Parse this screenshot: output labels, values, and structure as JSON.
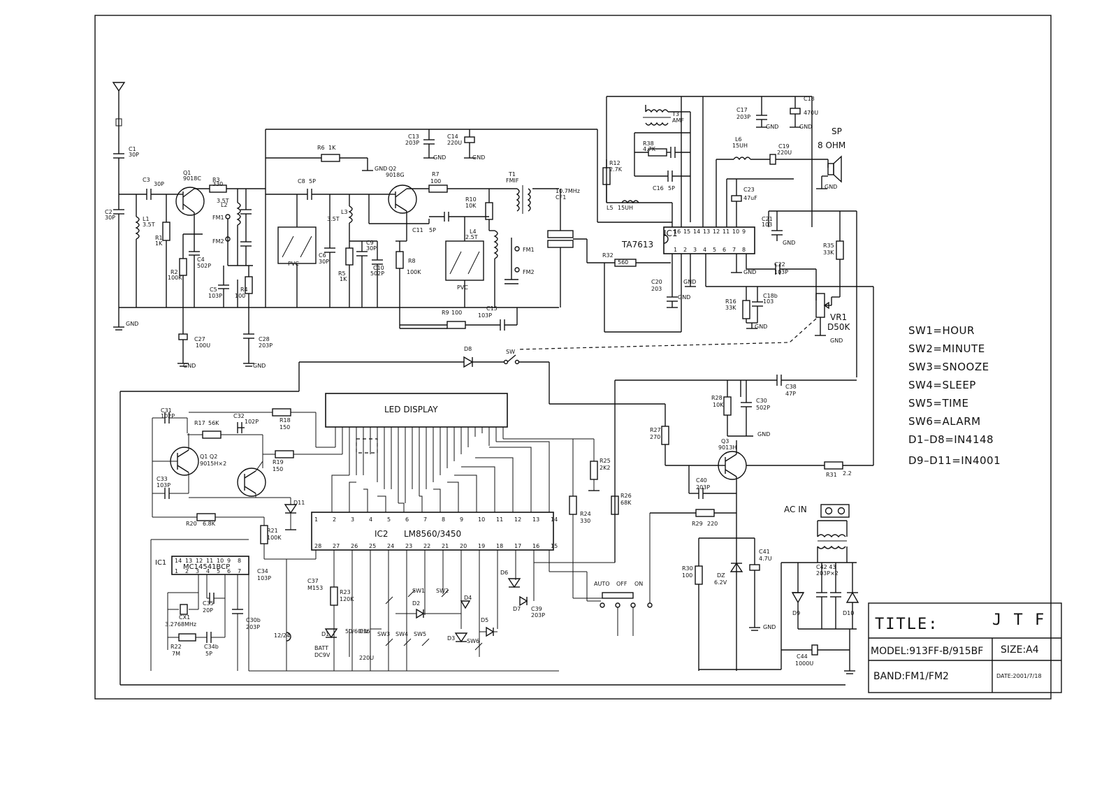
{
  "blocks": {
    "ic_radio": {
      "ref": "IC1",
      "part": "TA7613"
    },
    "ic_clock": {
      "ref": "IC2",
      "part": "LM8560/3450"
    },
    "ic_divider": {
      "ref": "IC1",
      "part": "MC14541BCP"
    },
    "display": "LED DISPLAY",
    "speaker": {
      "ref": "SP",
      "value": "8 OHM"
    },
    "ac_in": "AC IN",
    "vr1": {
      "ref": "VR1",
      "value": "D50K"
    },
    "switch_labels": [
      "AUTO",
      "OFF",
      "ON"
    ],
    "crystal_filter": {
      "ref": "CF1",
      "value": "10.7MHz"
    }
  },
  "components": [
    {
      "ref": "C1",
      "value": "30P"
    },
    {
      "ref": "C2",
      "value": "30P"
    },
    {
      "ref": "C3",
      "value": "30P"
    },
    {
      "ref": "L1",
      "value": "3.5T"
    },
    {
      "ref": "Q1",
      "value": "9018C"
    },
    {
      "ref": "R3",
      "value": "330"
    },
    {
      "ref": "R1",
      "value": "1K"
    },
    {
      "ref": "R2",
      "value": "100K"
    },
    {
      "ref": "C4",
      "value": "502P"
    },
    {
      "ref": "L2",
      "value": "3.5T"
    },
    {
      "ref": "C5",
      "value": "103P"
    },
    {
      "ref": "R4",
      "value": "100"
    },
    {
      "ref": "C27",
      "value": "100U"
    },
    {
      "ref": "C28",
      "value": "203P"
    },
    {
      "ref": "C8",
      "value": "5P"
    },
    {
      "ref": "R6",
      "value": "1K"
    },
    {
      "ref": "C6",
      "value": "30P"
    },
    {
      "ref": "L3",
      "value": "3.5T"
    },
    {
      "ref": "R5",
      "value": "1K"
    },
    {
      "ref": "C9",
      "value": "30P"
    },
    {
      "ref": "C10",
      "value": "502P"
    },
    {
      "ref": "Q2",
      "value": "9018G"
    },
    {
      "ref": "C13",
      "value": "203P"
    },
    {
      "ref": "C14",
      "value": "220U"
    },
    {
      "ref": "R7",
      "value": "100"
    },
    {
      "ref": "R8",
      "value": "100K"
    },
    {
      "ref": "C11",
      "value": "5P"
    },
    {
      "ref": "L4",
      "value": "2.5T"
    },
    {
      "ref": "R10",
      "value": "10K"
    },
    {
      "ref": "T1",
      "value": "FMIF"
    },
    {
      "ref": "R9",
      "value": "100"
    },
    {
      "ref": "C15",
      "value": "103P"
    },
    {
      "ref": "T3",
      "value": "AMF"
    },
    {
      "ref": "R38",
      "value": "4.7K"
    },
    {
      "ref": "R12",
      "value": "2.7K"
    },
    {
      "ref": "C16",
      "value": "5P"
    },
    {
      "ref": "L5",
      "value": "15UH"
    },
    {
      "ref": "R32",
      "value": "560"
    },
    {
      "ref": "C20",
      "value": "203"
    },
    {
      "ref": "C17",
      "value": "203P"
    },
    {
      "ref": "C18",
      "value": "470U"
    },
    {
      "ref": "L6",
      "value": "15UH"
    },
    {
      "ref": "C19",
      "value": "220U"
    },
    {
      "ref": "C23",
      "value": "47uF"
    },
    {
      "ref": "C21",
      "value": "103"
    },
    {
      "ref": "R35",
      "value": "33K"
    },
    {
      "ref": "C22",
      "value": "103P"
    },
    {
      "ref": "R16",
      "value": "33K"
    },
    {
      "ref": "C18b",
      "value": "103"
    },
    {
      "ref": "C38",
      "value": "47P"
    },
    {
      "ref": "R28",
      "value": "10K"
    },
    {
      "ref": "C30",
      "value": "502P"
    },
    {
      "ref": "R27",
      "value": "270"
    },
    {
      "ref": "Q3",
      "value": "9013H"
    },
    {
      "ref": "R31",
      "value": "2.2"
    },
    {
      "ref": "C40",
      "value": "203P"
    },
    {
      "ref": "R29",
      "value": "220"
    },
    {
      "ref": "R30",
      "value": "100"
    },
    {
      "ref": "DZ",
      "value": "6.2V"
    },
    {
      "ref": "C41",
      "value": "4.7U"
    },
    {
      "ref": "C42 43",
      "value": "203P×2"
    },
    {
      "ref": "C44",
      "value": "1000U"
    },
    {
      "ref": "C31",
      "value": "102P"
    },
    {
      "ref": "R17",
      "value": "56K"
    },
    {
      "ref": "C32",
      "value": "102P"
    },
    {
      "ref": "R18",
      "value": "150"
    },
    {
      "ref": "R19",
      "value": "150"
    },
    {
      "ref": "C33",
      "value": "103P"
    },
    {
      "ref": "Q1 Q2",
      "value": "9015H×2"
    },
    {
      "ref": "R20",
      "value": "6.8K"
    },
    {
      "ref": "R21",
      "value": "100K"
    },
    {
      "ref": "C34",
      "value": "103P"
    },
    {
      "ref": "C35",
      "value": "20P"
    },
    {
      "ref": "CX1",
      "value": "3.2768MHz"
    },
    {
      "ref": "R22",
      "value": "7M"
    },
    {
      "ref": "C34b",
      "value": "5P"
    },
    {
      "ref": "C30b",
      "value": "203P"
    },
    {
      "ref": "C37",
      "value": "M153"
    },
    {
      "ref": "R23",
      "value": "120K"
    },
    {
      "ref": "BATT",
      "value": "DC9V"
    },
    {
      "ref": "C36",
      "value": "220U"
    },
    {
      "ref": "R25",
      "value": "2K2"
    },
    {
      "ref": "R24",
      "value": "330"
    },
    {
      "ref": "R26",
      "value": "68K"
    },
    {
      "ref": "C39",
      "value": "203P"
    }
  ],
  "misc_labels": {
    "gnd": "GND",
    "pvc": "PVC",
    "fm1": "FM1",
    "fm2": "FM2",
    "d8": "D8",
    "sw": "SW",
    "d1": "D1",
    "d2": "D2",
    "d3": "D3",
    "d4": "D4",
    "d5": "D5",
    "d6": "D6",
    "d7": "D7",
    "d9": "D9",
    "d10": "D10",
    "d11": "D11",
    "sw1": "SW1",
    "sw2": "SW2",
    "sw3": "SW3",
    "sw4": "SW4",
    "sw5": "SW5",
    "sw6": "SW6",
    "n50": "50/60Hz",
    "n1224": "12/24"
  },
  "legend": [
    "SW1=HOUR",
    "SW2=MINUTE",
    "SW3=SNOOZE",
    "SW4=SLEEP",
    "SW5=TIME",
    "SW6=ALARM",
    "D1–D8=IN4148",
    "D9–D11=IN4001"
  ],
  "title_block": {
    "title_label": "TITLE:",
    "title_value": "J T F",
    "model": "MODEL:913FF-B/915BF",
    "size": "SIZE:A4",
    "band": "BAND:FM1/FM2",
    "date": "DATE:2001/7/18"
  },
  "ic2_top_pins": [
    "1",
    "2",
    "3",
    "4",
    "5",
    "6",
    "7",
    "8",
    "9",
    "10",
    "11",
    "12",
    "13",
    "14"
  ],
  "ic2_bottom_pins": [
    "28",
    "27",
    "26",
    "25",
    "24",
    "23",
    "22",
    "21",
    "20",
    "19",
    "18",
    "17",
    "16",
    "15"
  ],
  "ic1_top_pins": [
    "16",
    "15",
    "14",
    "13",
    "12",
    "11",
    "10",
    "9"
  ],
  "ic1_bottom_pins": [
    "1",
    "2",
    "3",
    "4",
    "5",
    "6",
    "7",
    "8"
  ],
  "div_top_pins": [
    "14",
    "13",
    "12",
    "11",
    "10",
    "9",
    "8"
  ],
  "div_bottom_pins": [
    "1",
    "2",
    "3",
    "4",
    "5",
    "6",
    "7"
  ]
}
